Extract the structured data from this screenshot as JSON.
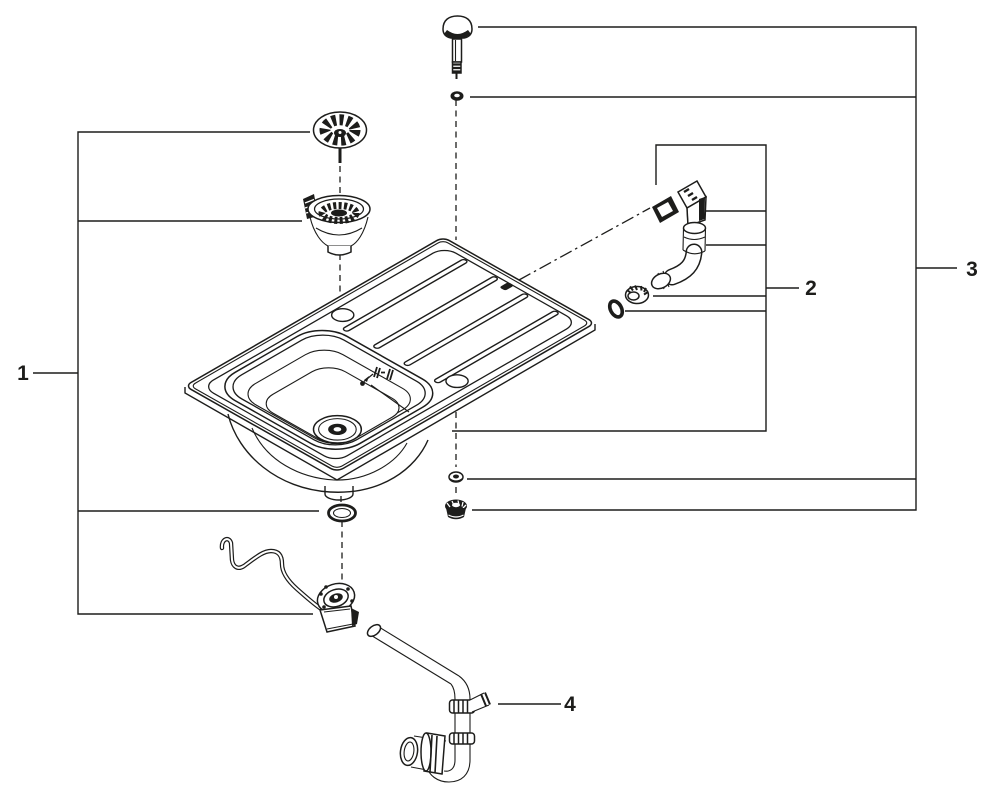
{
  "diagram": {
    "background_color": "#ffffff",
    "line_color": "#1d1d1b",
    "callouts": [
      {
        "label": "1"
      },
      {
        "label": "2"
      },
      {
        "label": "3"
      },
      {
        "label": "4"
      }
    ]
  }
}
